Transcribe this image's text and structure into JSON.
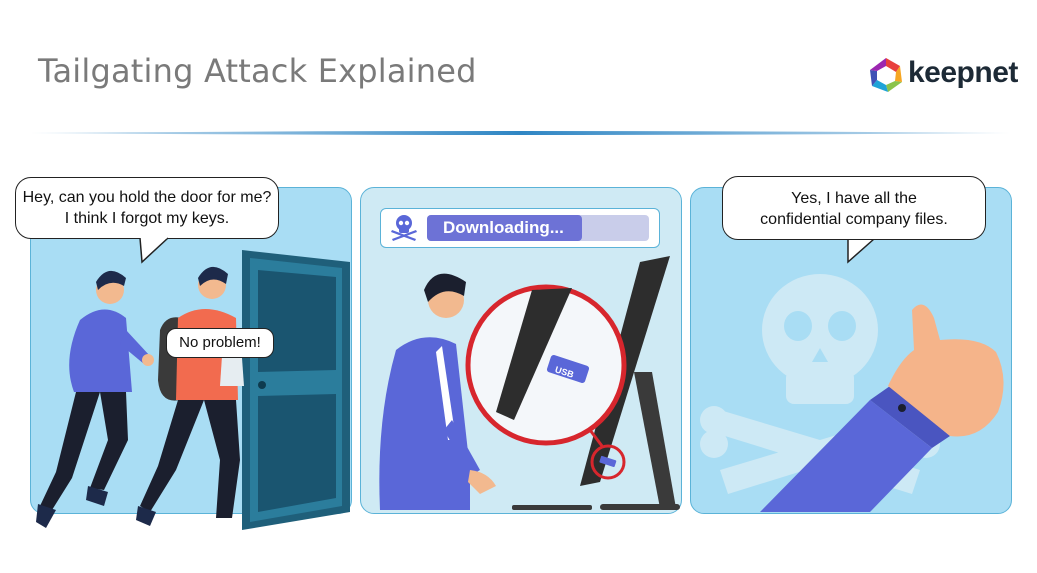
{
  "header": {
    "title": "Tailgating Attack Explained",
    "logo_text": "keepnet",
    "accent_color": "#2f86c4"
  },
  "panel1": {
    "speech": [
      "Hey, can you hold the door for me?",
      "I think I forgot my keys."
    ],
    "reply": "No problem!"
  },
  "panel2": {
    "download_label": "Downloading...",
    "download_progress": 0.7,
    "usb_label": "USB"
  },
  "panel3": {
    "speech": [
      "Yes, I have all the",
      "confidential company files."
    ]
  },
  "icons": [
    "skull-crossbones-icon",
    "keepnet-logo-icon",
    "usb-skull-icon"
  ]
}
